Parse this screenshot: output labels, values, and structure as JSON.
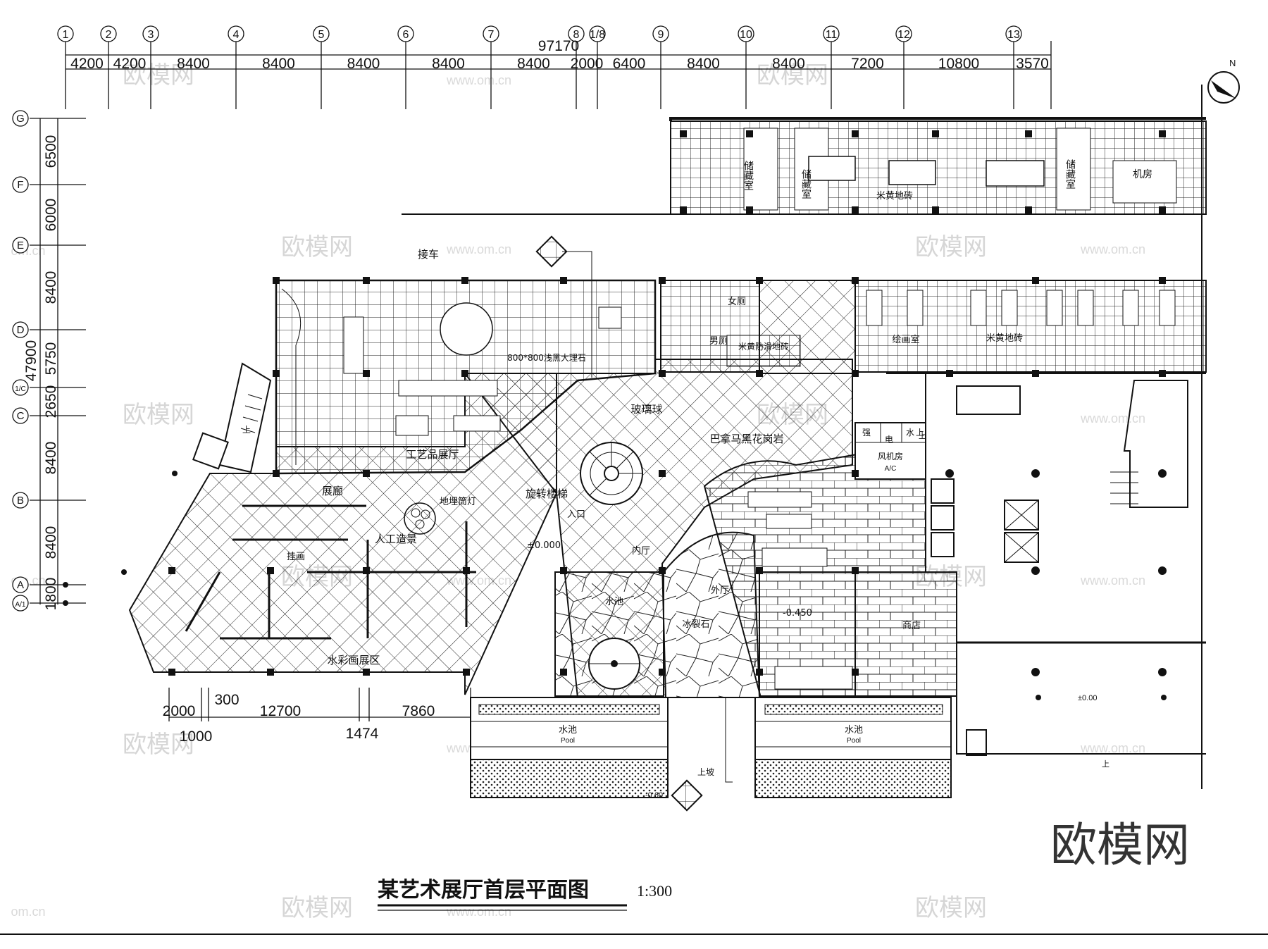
{
  "drawing": {
    "title": "某艺术展厅首层平面图",
    "scale": "1:300",
    "north": "N",
    "logo": "欧模网",
    "watermark_text": "欧模网",
    "watermark_url": "www.om.cn",
    "watermark_url_short": "om.cn"
  },
  "top_axes": {
    "labels": [
      "1",
      "2",
      "3",
      "4",
      "5",
      "6",
      "7",
      "8",
      "1/8",
      "9",
      "10",
      "11",
      "12",
      "13"
    ],
    "total": "97170",
    "spans": [
      "4200",
      "4200",
      "8400",
      "8400",
      "8400",
      "8400",
      "8400",
      "2000",
      "6400",
      "8400",
      "8400",
      "7200",
      "10800",
      "3570"
    ]
  },
  "left_axes": {
    "labels": [
      "G",
      "F",
      "E",
      "D",
      "1/C",
      "C",
      "B",
      "A",
      "A/1"
    ],
    "total": "47900",
    "spans": [
      "6500",
      "6000",
      "8400",
      "5750",
      "2650",
      "8400",
      "8400",
      "1800"
    ]
  },
  "bottom_dims": {
    "row1": [
      "2000",
      "300",
      "12700",
      "7860"
    ],
    "row2": [
      "1000",
      "1474"
    ]
  },
  "rooms": {
    "storage": "储藏室",
    "storage2": "储藏室",
    "storage3": "储藏室",
    "machine_room": "机房",
    "beige_tile": "米黄地砖",
    "pickup": "接车",
    "womens_wc": "女厕",
    "mens_wc": "男厕",
    "antislip_tile": "米黄防滑地砖",
    "marble": "800*800浅黑大理石",
    "drawing_room": "绘画室",
    "beige_tile2": "米黄地砖",
    "glass_sphere": "玻璃球",
    "granite": "巴拿马黑花岗岩",
    "craft_hall": "工艺品展厅",
    "gallery": "展廊",
    "lamp": "地埋筒灯",
    "spiral_stair": "旋转楼梯",
    "artificial": "人工造景",
    "entrance": "入口",
    "level0": "±0.000",
    "inner_hall": "内厅",
    "hanging": "挂画",
    "water_pool": "水池",
    "outer_hall": "外厅",
    "ice_stone": "冰裂石",
    "level_minus": "-0.450",
    "shop": "商店",
    "watercolor": "水彩画展区",
    "power": "强",
    "electric": "电",
    "water": "水",
    "fan_room": "风机房",
    "ac": "A/C",
    "up": "上",
    "up2": "上",
    "up3": "上",
    "ramp_up": "上坡",
    "pool_left": "水池",
    "pool_left_en": "Pool",
    "pool_right": "水池",
    "pool_right_en": "Pool",
    "level_neg060": "-0.60",
    "level_right": "±0.00",
    "up_right": "上"
  }
}
